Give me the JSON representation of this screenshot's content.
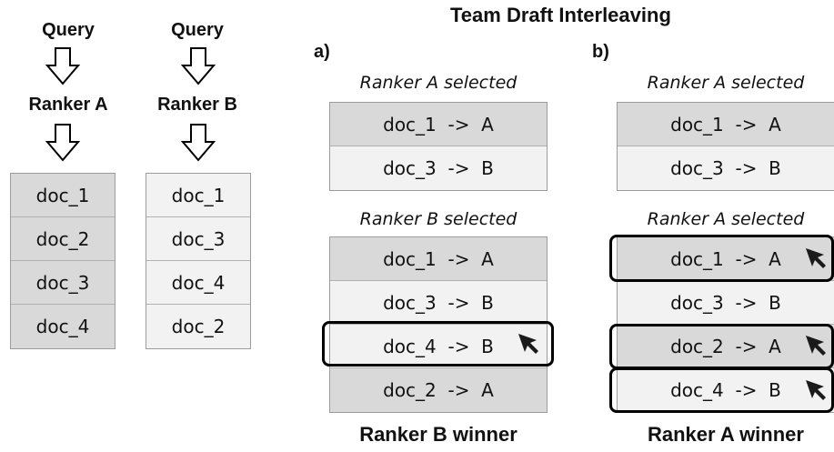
{
  "title": "Team Draft Interleaving",
  "left": {
    "col_a": {
      "query": "Query",
      "ranker": "Ranker A",
      "docs": [
        "doc_1",
        "doc_2",
        "doc_3",
        "doc_4"
      ]
    },
    "col_b": {
      "query": "Query",
      "ranker": "Ranker B",
      "docs": [
        "doc_1",
        "doc_3",
        "doc_4",
        "doc_2"
      ]
    }
  },
  "panel_a": {
    "label": "a)",
    "step1_label": "Ranker A selected",
    "step1_rows": [
      "doc_1  ->  A",
      "doc_3  ->  B"
    ],
    "step2_label": "Ranker B selected",
    "step2_rows": [
      "doc_1  ->  A",
      "doc_3  ->  B",
      "doc_4  ->  B",
      "doc_2  ->  A"
    ],
    "winner": "Ranker B winner"
  },
  "panel_b": {
    "label": "b)",
    "step1_label": "Ranker A selected",
    "step1_rows": [
      "doc_1  ->  A",
      "doc_3  ->  B"
    ],
    "step2_label": "Ranker A selected",
    "step2_rows": [
      "doc_1  ->  A",
      "doc_3  ->  B",
      "doc_2  ->  A",
      "doc_4  ->  B"
    ],
    "winner": "Ranker A winner"
  },
  "colors": {
    "dark_cell": "#d9d9d9",
    "light_cell": "#f2f2f2",
    "highlight": "#000000"
  },
  "icons": {
    "flow_arrow": "down-arrow-icon",
    "click": "cursor-icon"
  }
}
